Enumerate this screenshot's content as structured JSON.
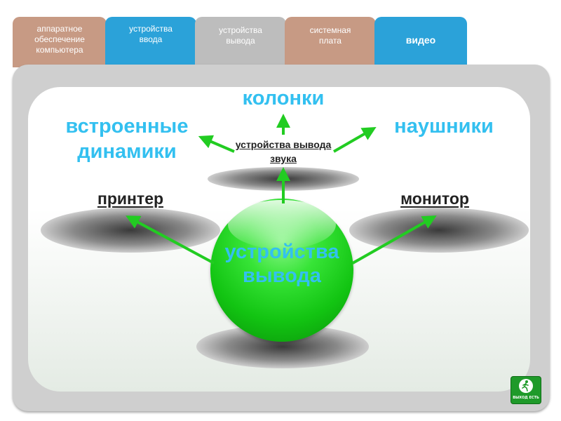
{
  "tabs": [
    {
      "label": "аппаратное обеспечение компьютера"
    },
    {
      "label": "устройства ввода"
    },
    {
      "label": "устройства вывода"
    },
    {
      "label": "системная плата"
    },
    {
      "label": "видео"
    }
  ],
  "diagram": {
    "center": "устройства вывода",
    "sound_hub": "устройства вывода звука",
    "nodes": {
      "speakers": "колонки",
      "builtin_speakers": "встроенные динамики",
      "headphones": "наушники",
      "printer": "принтер",
      "monitor": "монитор"
    }
  },
  "exit_button": {
    "label": "ВЫХОД ЕСТЬ",
    "icon": "running-man-icon"
  },
  "colors": {
    "accent_green": "#22cc22",
    "label_cyan": "#33c0f0",
    "tab_tan": "#c79a84",
    "tab_blue": "#2ba2d9",
    "tab_gray": "#bdbdbd"
  }
}
